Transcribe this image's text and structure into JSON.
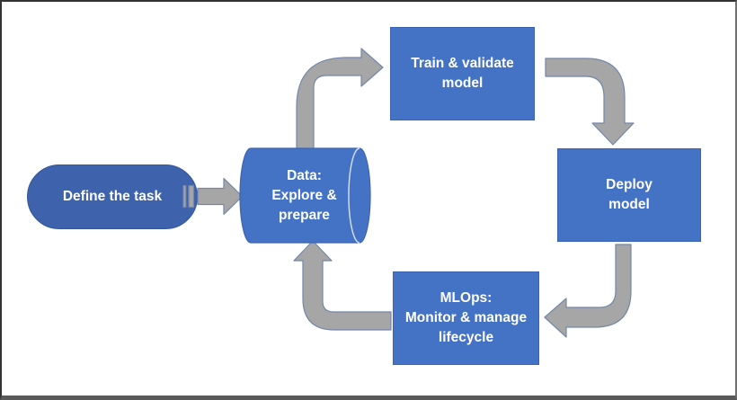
{
  "diagram": {
    "description": "ML lifecycle flow diagram",
    "nodes": {
      "define_task": {
        "label": "Define the task",
        "shape": "pill"
      },
      "data_prepare": {
        "label": "Data:\nExplore &\nprepare",
        "shape": "cylinder"
      },
      "train": {
        "label": "Train & validate\nmodel",
        "shape": "rectangle"
      },
      "deploy": {
        "label": "Deploy\nmodel",
        "shape": "rectangle"
      },
      "mlops": {
        "label": "MLOps:\nMonitor & manage\nlifecycle",
        "shape": "rectangle"
      }
    },
    "edges": [
      {
        "from": "define_task",
        "to": "data_prepare",
        "style": "striped-right-arrow"
      },
      {
        "from": "data_prepare",
        "to": "train",
        "style": "curved-arrow"
      },
      {
        "from": "train",
        "to": "deploy",
        "style": "curved-arrow"
      },
      {
        "from": "deploy",
        "to": "mlops",
        "style": "curved-arrow"
      },
      {
        "from": "mlops",
        "to": "data_prepare",
        "style": "curved-arrow"
      }
    ]
  },
  "colors": {
    "shape_blue": "#4472C4",
    "shape_border": "#3C64B2",
    "pill_blue": "#3E62AC",
    "pill_border": "#35569C",
    "arrow_gray": "#A6A6A6",
    "arrow_outline": "#7487AB",
    "border_dark": "#333333",
    "border_side": "#707070",
    "border_bottom": "#595959"
  }
}
